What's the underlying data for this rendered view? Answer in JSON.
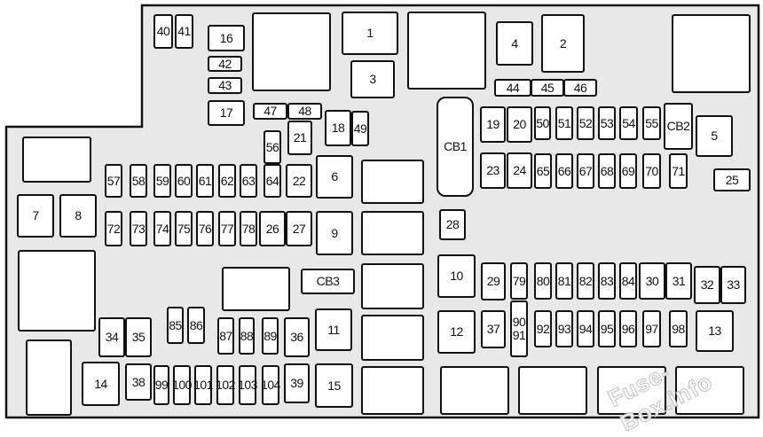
{
  "diagram": {
    "background_color": "#e8e8e8",
    "border_color": "#111111",
    "fuses": {
      "f40": "40",
      "f41": "41",
      "f16": "16",
      "f42": "42",
      "f43": "43",
      "f17": "17",
      "f1": "1",
      "f3": "3",
      "f4": "4",
      "f2": "2",
      "f44": "44",
      "f45": "45",
      "f46": "46",
      "f47": "47",
      "f48": "48",
      "f18": "18",
      "f49": "49",
      "f21": "21",
      "f56": "56",
      "cb1": "CB1",
      "f19": "19",
      "f20": "20",
      "f50": "50",
      "f51": "51",
      "f52": "52",
      "f53": "53",
      "f54": "54",
      "f55": "55",
      "cb2": "CB2",
      "f5": "5",
      "f23": "23",
      "f24": "24",
      "f65": "65",
      "f66": "66",
      "f67": "67",
      "f68": "68",
      "f69": "69",
      "f70": "70",
      "f71": "71",
      "f25": "25",
      "f57": "57",
      "f58": "58",
      "f59": "59",
      "f60": "60",
      "f61": "61",
      "f62": "62",
      "f63": "63",
      "f64": "64",
      "f22": "22",
      "f6": "6",
      "f7": "7",
      "f8": "8",
      "f72": "72",
      "f73": "73",
      "f74": "74",
      "f75": "75",
      "f76": "76",
      "f77": "77",
      "f78": "78",
      "f26": "26",
      "f27": "27",
      "f9": "9",
      "f28": "28",
      "cb3": "CB3",
      "f10": "10",
      "f29": "29",
      "f79": "79",
      "f80": "80",
      "f81": "81",
      "f82": "82",
      "f83": "83",
      "f84": "84",
      "f30": "30",
      "f31": "31",
      "f32": "32",
      "f33": "33",
      "f85": "85",
      "f86": "86",
      "f34": "34",
      "f35": "35",
      "f87": "87",
      "f88": "88",
      "f89": "89",
      "f36": "36",
      "f11": "11",
      "f12": "12",
      "f37": "37",
      "f90_91": "90\n91",
      "f92": "92",
      "f93": "93",
      "f94": "94",
      "f95": "95",
      "f96": "96",
      "f97": "97",
      "f98": "98",
      "f13": "13",
      "f14": "14",
      "f38": "38",
      "f99": "99",
      "f100": "100",
      "f101": "101",
      "f102": "102",
      "f103": "103",
      "f104": "104",
      "f39": "39",
      "f15": "15"
    }
  },
  "watermark": "Fuse-Box.info"
}
